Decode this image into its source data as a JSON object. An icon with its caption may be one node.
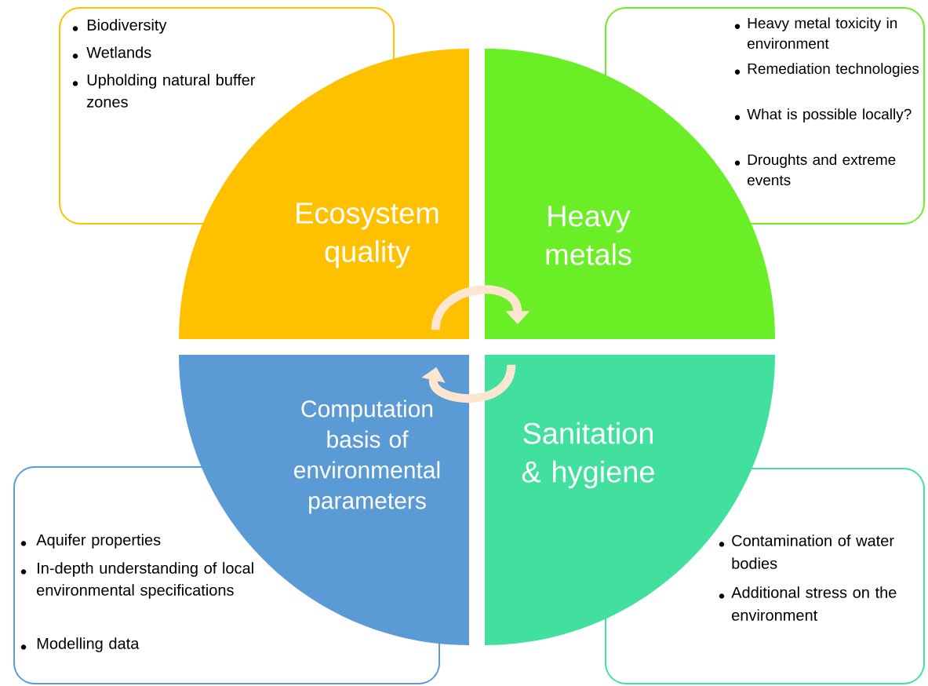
{
  "diagram": {
    "nodes": [
      {
        "text": [
          "Ecosystem quality"
        ]
      },
      {
        "text": [
          "Heavy metals"
        ]
      },
      {
        "text": [
          "Computation basis of environmental parameters"
        ]
      },
      {
        "text": [
          "Sanitation & hygiene"
        ]
      },
      {
        "text": [
          "Biodiversity",
          "Wetlands",
          "Upholding natural buffer zones"
        ]
      },
      {
        "text": [
          "Heavy metal toxicity in environment",
          "Remediation technologies",
          "What is possible locally?",
          "Droughts and extreme events"
        ]
      },
      {
        "text": [
          "Aquifer properties",
          "In-depth understanding of local environmental specifications",
          "Modelling data"
        ]
      },
      {
        "text": [
          "Contamination of water bodies",
          "Additional stress on the environment"
        ]
      }
    ],
    "edges": [
      {
        "from": 0,
        "to": 1,
        "arrow": "to"
      },
      {
        "from": 3,
        "to": 2,
        "arrow": "to"
      }
    ]
  }
}
